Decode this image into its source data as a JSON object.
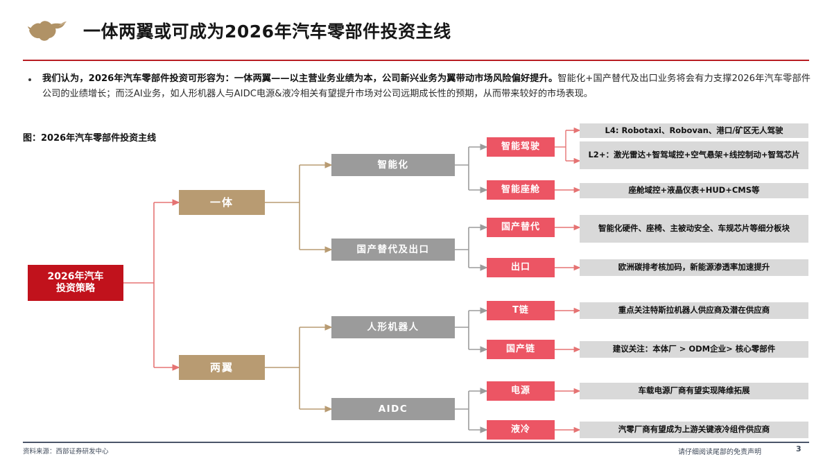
{
  "header": {
    "title": "一体两翼或可成为2026年汽车零部件投资主线",
    "logo_icon": "bull-logo-icon",
    "accent_color": "#b81c22"
  },
  "body": {
    "bullet_glyph": "•",
    "paragraph_bold": "我们认为，2026年汽车零部件投资可形容为：一体两翼——以主营业务业绩为本，公司新兴业务为翼带动市场风险偏好提升。",
    "paragraph_rest": "智能化+国产替代及出口业务将会有力支撑2026年汽车零部件公司的业绩增长；而泛AI业务，如人形机器人与AIDC电源&液冷相关有望提升市场对公司远期成长性的预期，从而带来较好的市场表现。"
  },
  "figure": {
    "caption": "图：2026年汽车零部件投资主线",
    "root": {
      "line1": "2026年汽车",
      "line2": "投资策略",
      "color": "#c1121c"
    },
    "level2": [
      {
        "label": "一体",
        "color": "#b89b72"
      },
      {
        "label": "两翼",
        "color": "#b89b72"
      }
    ],
    "level3": [
      {
        "label": "智能化",
        "color": "#9b9b9b"
      },
      {
        "label": "国产替代及出口",
        "color": "#9b9b9b"
      },
      {
        "label": "人形机器人",
        "color": "#9b9b9b"
      },
      {
        "label": "AIDC",
        "color": "#9b9b9b"
      }
    ],
    "level4": [
      {
        "label": "智能驾驶",
        "color": "#ec5564"
      },
      {
        "label": "智能座舱",
        "color": "#ec5564"
      },
      {
        "label": "国产替代",
        "color": "#ec5564"
      },
      {
        "label": "出口",
        "color": "#ec5564"
      },
      {
        "label": "T链",
        "color": "#ec5564"
      },
      {
        "label": "国产链",
        "color": "#ec5564"
      },
      {
        "label": "电源",
        "color": "#ec5564"
      },
      {
        "label": "液冷",
        "color": "#ec5564"
      }
    ],
    "descriptions": [
      {
        "text": "L4: Robotaxi、Robovan、港口/矿区无人驾驶"
      },
      {
        "text": "L2+：激光雷达+智驾域控+空气悬架+线控制动+智驾芯片"
      },
      {
        "text": "座舱域控+液晶仪表+HUD+CMS等"
      },
      {
        "text": "智能化硬件、座椅、主被动安全、车规芯片等细分板块"
      },
      {
        "text": "欧洲碳排考核加码，新能源渗透率加速提升"
      },
      {
        "text": "重点关注特斯拉机器人供应商及潜在供应商"
      },
      {
        "text": "建议关注：本体厂 > ODM企业> 核心零部件"
      },
      {
        "text": "车载电源厂商有望实现降维拓展"
      },
      {
        "text": "汽零厂商有望成为上游关键液冷组件供应商"
      }
    ],
    "connector_color": "#e57373",
    "connector_color_tan": "#b89b72"
  },
  "footer": {
    "source": "资料来源：西部证券研发中心",
    "disclaimer": "请仔细阅读尾部的免责声明",
    "page_number": "3"
  }
}
